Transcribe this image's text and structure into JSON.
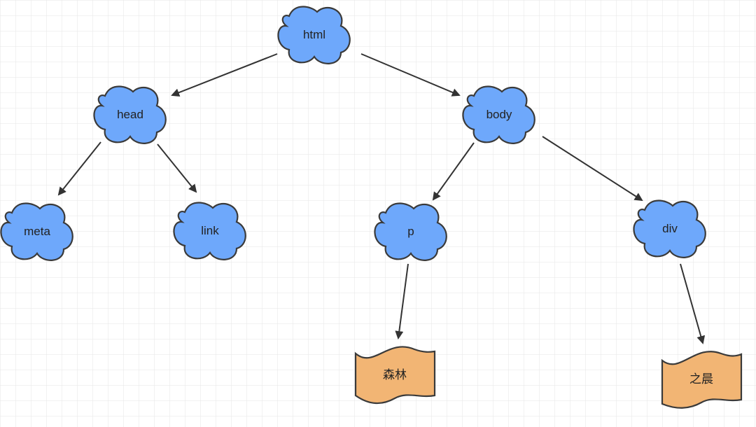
{
  "colors": {
    "cloud_fill": "#6ea8fb",
    "document_fill": "#f2b574",
    "outline": "#3a3a3a",
    "arrow": "#333333",
    "grid": "#e6e6e6"
  },
  "nodes": {
    "html": {
      "label": "html",
      "shape": "cloud"
    },
    "head": {
      "label": "head",
      "shape": "cloud"
    },
    "body": {
      "label": "body",
      "shape": "cloud"
    },
    "meta": {
      "label": "meta",
      "shape": "cloud"
    },
    "link": {
      "label": "link",
      "shape": "cloud"
    },
    "p": {
      "label": "p",
      "shape": "cloud"
    },
    "div": {
      "label": "div",
      "shape": "cloud"
    },
    "text_p": {
      "label": "森林",
      "shape": "document"
    },
    "text_div": {
      "label": "之晨",
      "shape": "document"
    }
  },
  "edges": [
    {
      "from": "html",
      "to": "head"
    },
    {
      "from": "html",
      "to": "body"
    },
    {
      "from": "head",
      "to": "meta"
    },
    {
      "from": "head",
      "to": "link"
    },
    {
      "from": "body",
      "to": "p"
    },
    {
      "from": "body",
      "to": "div"
    },
    {
      "from": "p",
      "to": "text_p"
    },
    {
      "from": "div",
      "to": "text_div"
    }
  ]
}
